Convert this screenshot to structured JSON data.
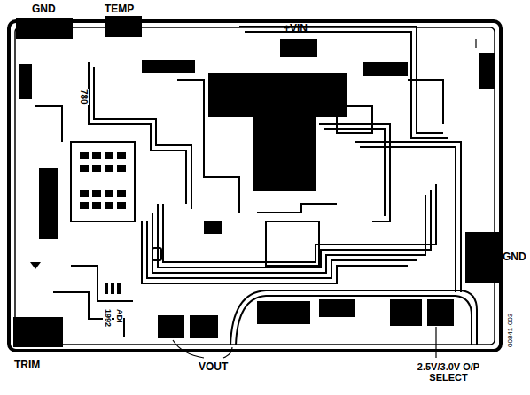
{
  "diagram": {
    "labels": [
      "GND",
      "TEMP",
      "+VIN",
      "GND",
      "TRIM",
      "VOUT",
      "2.5V/3.0V O/P SELECT",
      "00841-003",
      "780",
      "ADI",
      "1992"
    ]
  }
}
